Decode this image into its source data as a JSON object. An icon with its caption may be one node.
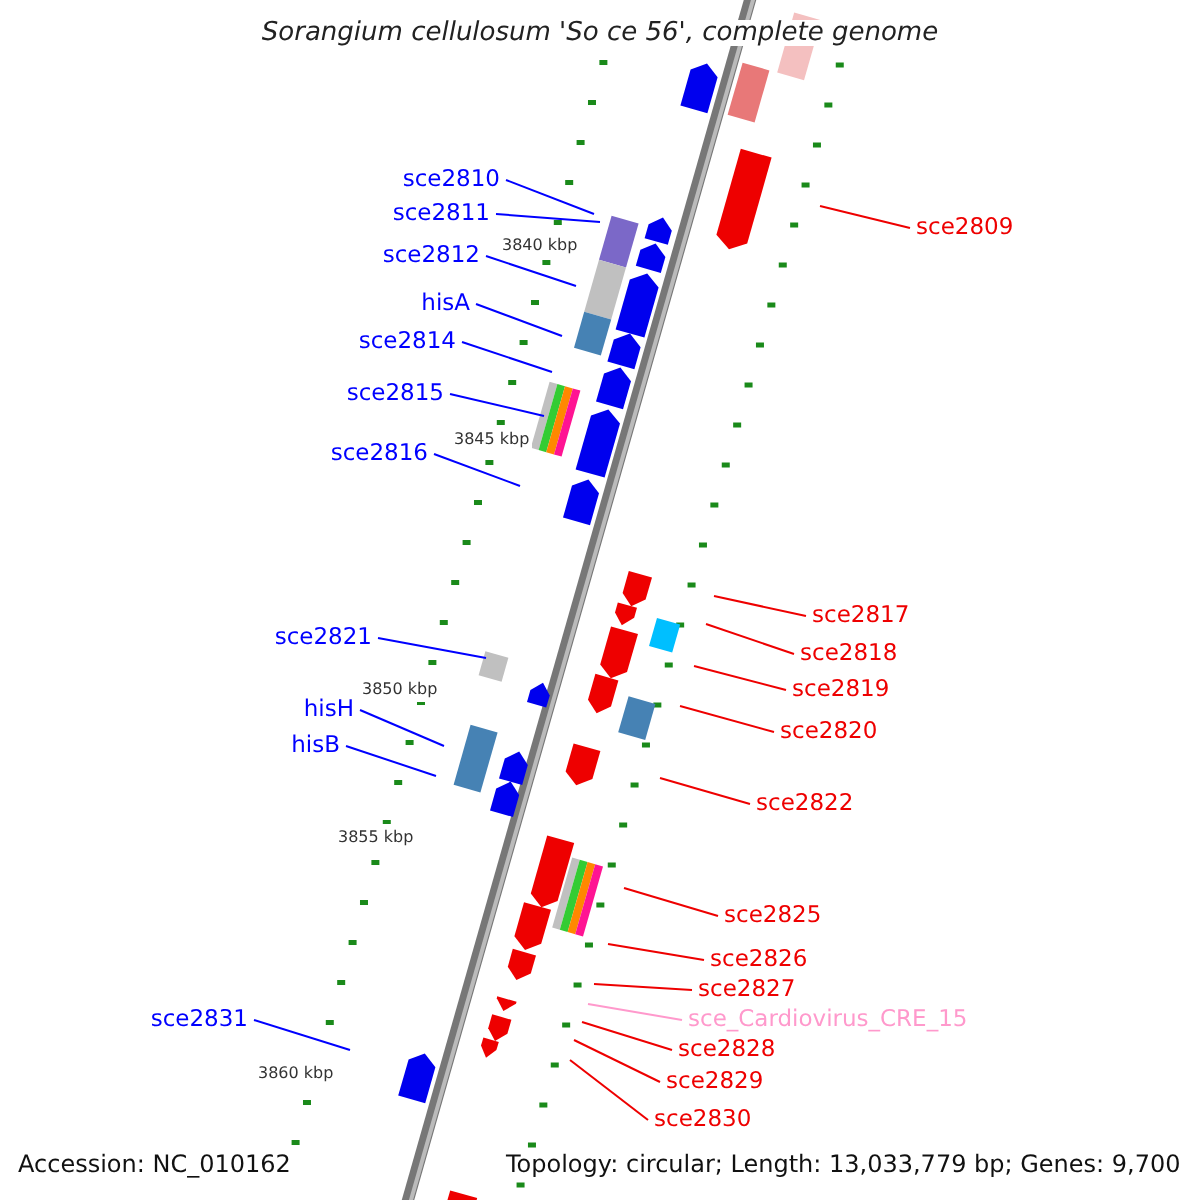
{
  "diagram": {
    "title": "Sorangium cellulosum 'So ce 56', complete genome",
    "nodes": [
      {
        "text": [
          "sce2810"
        ]
      },
      {
        "text": [
          "sce2811"
        ]
      },
      {
        "text": [
          "sce2809"
        ]
      },
      {
        "text": [
          "sce2812"
        ]
      },
      {
        "text": [
          "hisA"
        ]
      },
      {
        "text": [
          "sce2814"
        ]
      },
      {
        "text": [
          "sce2815"
        ]
      },
      {
        "text": [
          "sce2816"
        ]
      },
      {
        "text": [
          "sce2817"
        ]
      },
      {
        "text": [
          "sce2821"
        ]
      },
      {
        "text": [
          "sce2818"
        ]
      },
      {
        "text": [
          "sce2819"
        ]
      },
      {
        "text": [
          "hisH"
        ]
      },
      {
        "text": [
          "sce2820"
        ]
      },
      {
        "text": [
          "hisB"
        ]
      },
      {
        "text": [
          "sce2822"
        ]
      },
      {
        "text": [
          "sce2825"
        ]
      },
      {
        "text": [
          "sce2826"
        ]
      },
      {
        "text": [
          "sce2827"
        ]
      },
      {
        "text": [
          "sce_Cardiovirus_CRE_15"
        ]
      },
      {
        "text": [
          "sce2831"
        ]
      },
      {
        "text": [
          "sce2828"
        ]
      },
      {
        "text": [
          "sce2829"
        ]
      },
      {
        "text": [
          "sce2830"
        ]
      }
    ],
    "edges": [
      {
        "from": 0,
        "to": null,
        "arrow": "none",
        "color": "#0000ff"
      },
      {
        "from": 1,
        "to": null,
        "arrow": "none",
        "color": "#0000ff"
      },
      {
        "from": 2,
        "to": null,
        "arrow": "none"
      },
      {
        "from": 3,
        "to": null,
        "arrow": "none",
        "color": "#0000ff"
      },
      {
        "from": 4,
        "to": null,
        "arrow": "none",
        "color": "#0000ff"
      },
      {
        "from": 5,
        "to": null,
        "arrow": "none",
        "color": "#0000ff"
      },
      {
        "from": 6,
        "to": null,
        "arrow": "none",
        "color": "#0000ff"
      },
      {
        "from": 7,
        "to": null,
        "arrow": "none",
        "color": "#0000ff"
      },
      {
        "from": 8,
        "to": null,
        "arrow": "none"
      },
      {
        "from": 9,
        "to": null,
        "arrow": "none",
        "color": "#0000ff"
      },
      {
        "from": 10,
        "to": null,
        "arrow": "none"
      },
      {
        "from": 11,
        "to": null,
        "arrow": "none"
      },
      {
        "from": 12,
        "to": null,
        "arrow": "none",
        "color": "#0000ff"
      },
      {
        "from": 13,
        "to": null,
        "arrow": "none"
      },
      {
        "from": 14,
        "to": null,
        "arrow": "none",
        "color": "#0000ff"
      },
      {
        "from": 15,
        "to": null,
        "arrow": "none"
      },
      {
        "from": 16,
        "to": null,
        "arrow": "none"
      },
      {
        "from": 17,
        "to": null,
        "arrow": "none"
      },
      {
        "from": 18,
        "to": null,
        "arrow": "none"
      },
      {
        "from": 19,
        "to": null,
        "arrow": "none",
        "color": "#ff99cc"
      },
      {
        "from": 20,
        "to": null,
        "arrow": "none",
        "color": "#0000ff"
      },
      {
        "from": 21,
        "to": null,
        "arrow": "none"
      },
      {
        "from": 22,
        "to": null,
        "arrow": "none"
      },
      {
        "from": 23,
        "to": null,
        "arrow": "none"
      }
    ],
    "labels": [
      "3840 kbp",
      "3845 kbp",
      "3850 kbp",
      "3855 kbp",
      "3860 kbp",
      "Accession: NC_010162",
      "Topology: circular; Length: 13,033,779 bp; Genes: 9,700"
    ]
  }
}
